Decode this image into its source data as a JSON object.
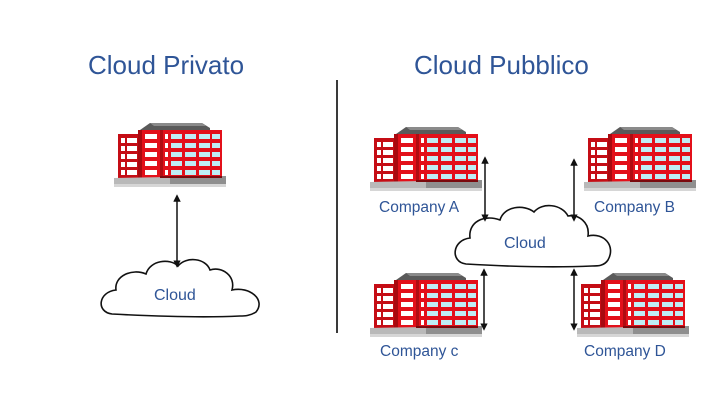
{
  "private": {
    "title": "Cloud Privato",
    "cloud_label": "Cloud"
  },
  "public": {
    "title": "Cloud Pubblico",
    "cloud_label": "Cloud",
    "companies": [
      {
        "id": "a",
        "label": "Company A"
      },
      {
        "id": "b",
        "label": "Company B"
      },
      {
        "id": "c",
        "label": "Company c"
      },
      {
        "id": "d",
        "label": "Company D"
      }
    ]
  },
  "colors": {
    "title_text": "#2f5597",
    "building_red": "#e3101a",
    "window": "#bfeef5",
    "divider": "#3a3a3a"
  }
}
